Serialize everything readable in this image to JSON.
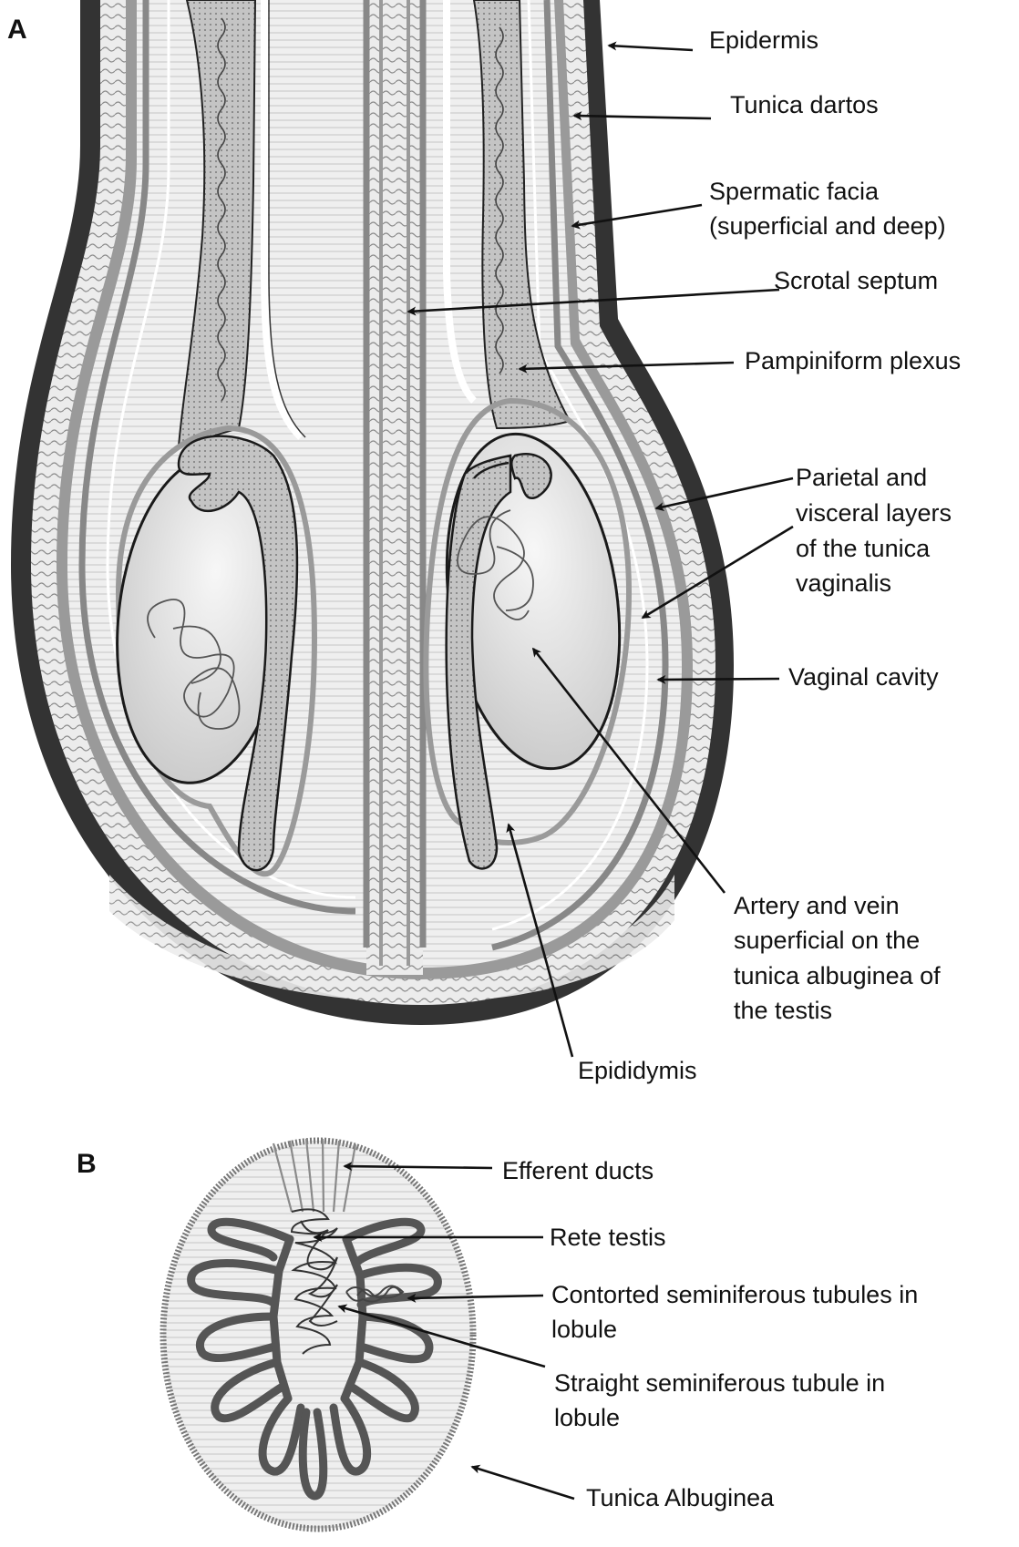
{
  "panel_a": {
    "letter": "A",
    "labels": {
      "epidermis": "Epidermis",
      "tunica_dartos": "Tunica dartos",
      "spermatic_facia_1": "Spermatic facia",
      "spermatic_facia_2": "(superficial and deep)",
      "scrotal_septum": "Scrotal septum",
      "pampiniform_plexus": "Pampiniform plexus",
      "tunica_vaginalis_1": "Parietal and",
      "tunica_vaginalis_2": "visceral layers",
      "tunica_vaginalis_3": "of the tunica",
      "tunica_vaginalis_4": "vaginalis",
      "vaginal_cavity": "Vaginal cavity",
      "artery_vein_1": "Artery and vein",
      "artery_vein_2": "superficial on the",
      "artery_vein_3": "tunica albuginea of",
      "artery_vein_4": "the testis",
      "epididymis": "Epididymis"
    }
  },
  "panel_b": {
    "letter": "B",
    "labels": {
      "efferent_ducts": "Efferent ducts",
      "rete_testis": "Rete testis",
      "contorted_1": "Contorted seminiferous tubules in",
      "contorted_2": "lobule",
      "straight_1": "Straight seminiferous tubule in",
      "straight_2": "lobule",
      "tunica_albuginea": "Tunica Albuginea"
    }
  },
  "colors": {
    "epidermis": "#333333",
    "dartos": "#e2e2e2",
    "fascia": "#9a9a9a",
    "cavity": "#d6d6d6",
    "testis": "#dadada",
    "epididymis": "#bcbcbc",
    "outline": "#1a1a1a"
  }
}
